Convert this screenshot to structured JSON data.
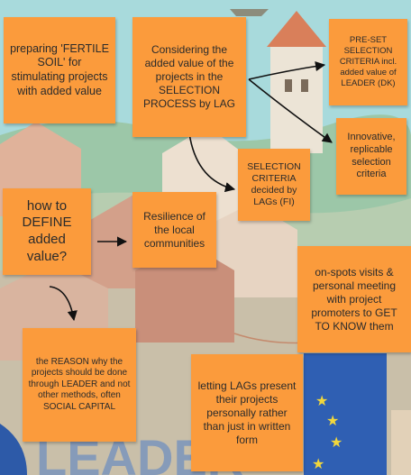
{
  "notes": {
    "fertile_soil": "preparing 'FERTILE SOIL' for stimulating projects with added value",
    "selection_process": "Considering the added value of the projects in the SELECTION PROCESS by LAG",
    "preset_criteria": "PRE-SET SELECTION CRITERIA incl. added value of LEADER (DK)",
    "innovative": "Innovative, replicable selection criteria",
    "lag_criteria": "SELECTION CRITERIA decided by LAGs (FI)",
    "define_added_value": "how to DEFINE added value?",
    "resilience": "Resilience of the local communities",
    "site_visits": "on-spots visits & personal meeting with project promoters to GET TO KNOW them",
    "reason": "the REASON why the projects should be done through LEADER and not other methods, often SOCIAL CAPITAL",
    "lags_present": "letting LAGs present their projects personally rather than just in written form"
  },
  "background": {
    "watermark": "LEADER"
  },
  "colors": {
    "note": "#fb9b3c",
    "arrow": "#111111",
    "sky": "#9fd6dc",
    "eu_blue": "#2f5fb3",
    "eu_star": "#f2d73c"
  }
}
